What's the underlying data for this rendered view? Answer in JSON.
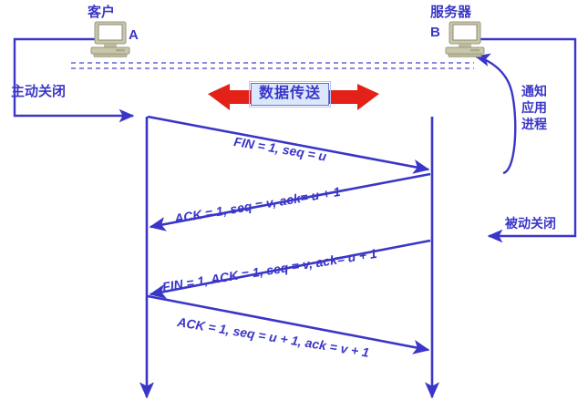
{
  "diagram": {
    "type": "tcp-connection-termination-sequence",
    "title_visible": false,
    "colors": {
      "line_blue": "#3a36c8",
      "arrow_red": "#e32119",
      "box_fill": "#dbe7fb",
      "box_border": "#6f6fd0",
      "dashed_line": "#8a8ae0",
      "computer_body": "#c9c7aa",
      "computer_screen": "#ffffff"
    }
  },
  "hosts": {
    "client": {
      "title": "客户",
      "letter": "A",
      "icon": "desktop-computer-icon"
    },
    "server": {
      "title": "服务器",
      "letter": "B",
      "icon": "desktop-computer-icon"
    }
  },
  "annotations": {
    "active_close": "主动关闭",
    "passive_close": "被动关闭",
    "notify_app_process": [
      "通知",
      "应用",
      "进程"
    ],
    "data_transfer": "数据传送"
  },
  "messages": [
    {
      "id": "fin-1",
      "direction": "client-to-server",
      "text": "FIN = 1, seq = u"
    },
    {
      "id": "ack-1",
      "direction": "server-to-client",
      "text": "ACK = 1, seq = v, ack= u + 1"
    },
    {
      "id": "fin-ack-2",
      "direction": "server-to-client",
      "text": "FIN = 1, ACK = 1, seq = v, ack= u + 1"
    },
    {
      "id": "ack-2",
      "direction": "client-to-server",
      "text": "ACK = 1, seq = u + 1, ack = v + 1"
    }
  ]
}
